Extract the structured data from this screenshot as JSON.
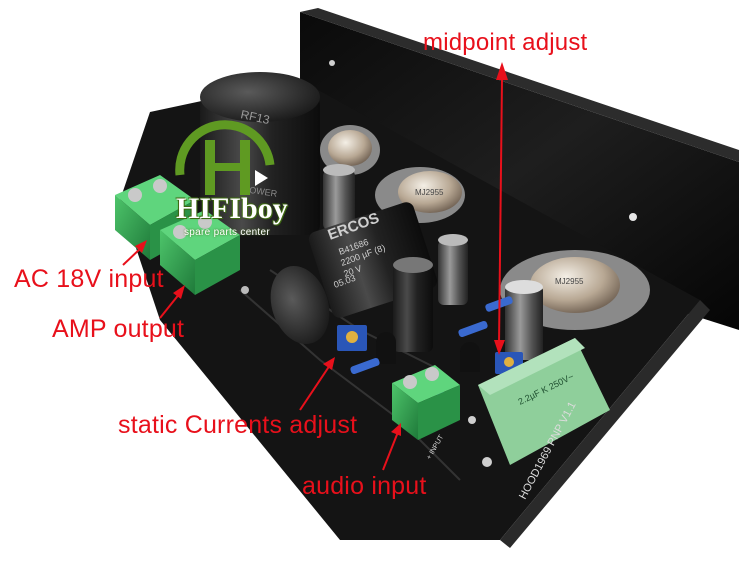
{
  "labels": {
    "midpoint": "midpoint adjust",
    "ac_input": "AC 18V input",
    "amp_output": "AMP output",
    "static_currents": "static Currents adjust",
    "audio_input": "audio input"
  },
  "logo": {
    "name": "HIFIboy",
    "tagline": "spare parts center"
  },
  "printed_text": {
    "cap_rf13": "RF13",
    "ercos_brand": "ERCOS",
    "ercos_spec1": "B41686",
    "ercos_spec2": "2200 µF (8)",
    "ercos_spec3": "20 V",
    "ercos_date": "05.03",
    "power_text": "POWER",
    "transistor_1": "MJ2955",
    "transistor_2": "MJ2955",
    "film_cap": "2.2µF K 250V~",
    "board_name": "HOOD1969 PNP V1.1",
    "input_mark": "+ INPUT"
  },
  "colors": {
    "callout_red": "#e8101b",
    "pcb_black": "#141414",
    "terminal_green": "#33a852",
    "film_cap_green": "#8fcf9b",
    "trimmer_blue": "#2a56b8",
    "logo_green": "#5f9a22"
  }
}
